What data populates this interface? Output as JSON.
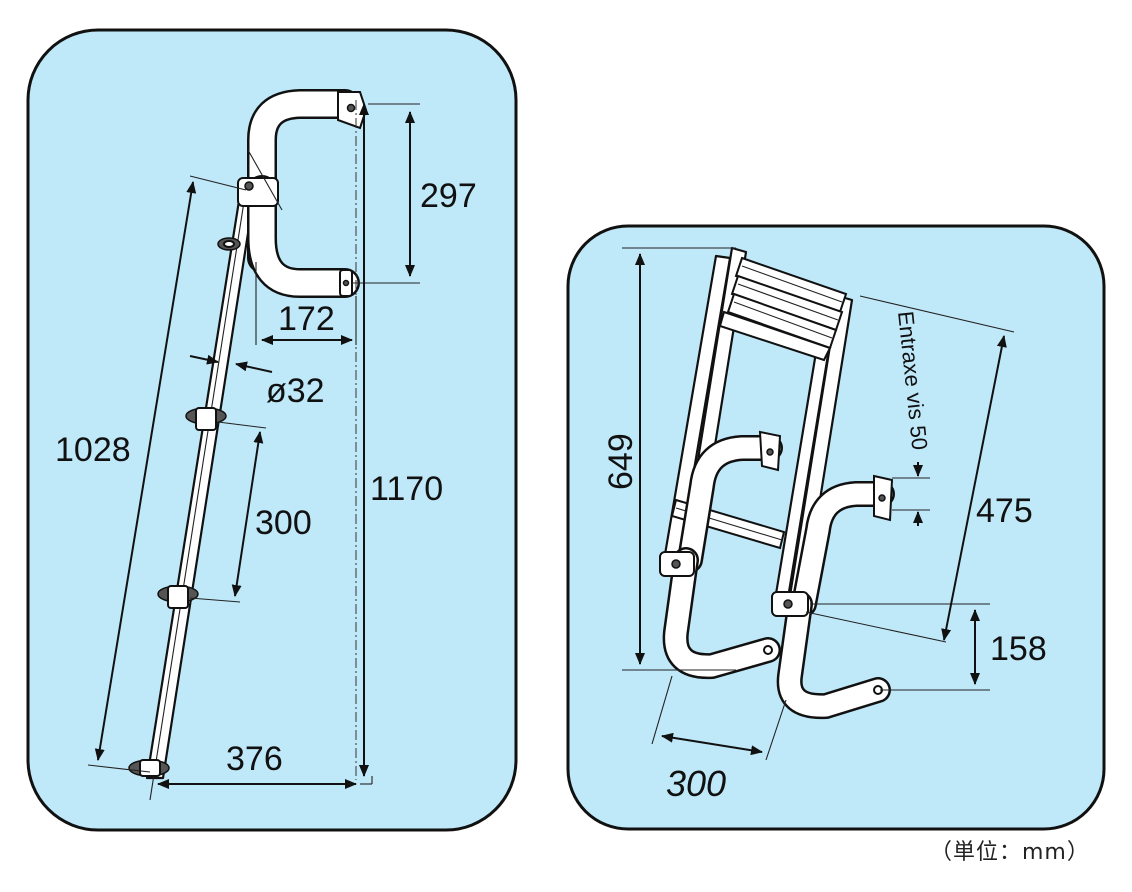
{
  "left_panel": {
    "dims": {
      "handle_height": "297",
      "handle_reach": "172",
      "tube_diameter": "ø32",
      "total_length": "1028",
      "step_spacing": "300",
      "total_height": "1170",
      "base_offset": "376"
    }
  },
  "right_panel": {
    "dims": {
      "ladder_height": "649",
      "mounting_spacing": "475",
      "bracket_spacing": "158",
      "ladder_width": "300",
      "screw_entraxe": "Entraxe vis 50"
    }
  },
  "unit_note": "（単位：mm）"
}
